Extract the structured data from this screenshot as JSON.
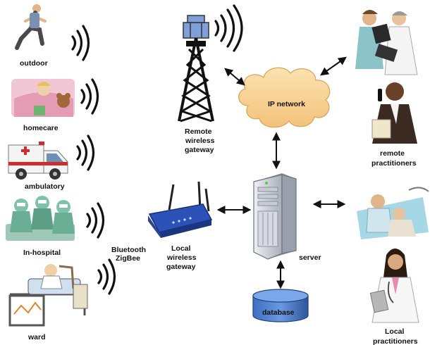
{
  "sources": {
    "outdoor": "outdoor",
    "homecare": "homecare",
    "ambulatory": "ambulatory",
    "in_hospital": "In-hospital",
    "ward": "ward"
  },
  "links": {
    "bluetooth_line1": "Bluetooth",
    "bluetooth_line2": "ZigBee"
  },
  "remote_gateway": {
    "line1": "Remote",
    "line2": "wireless",
    "line3": "gateway"
  },
  "local_gateway": {
    "line1": "Local",
    "line2": "wireless",
    "line3": "gateway"
  },
  "ip_network": "IP network",
  "server": "server",
  "database": "database",
  "remote_practitioners": {
    "line1": "remote",
    "line2": "practitioners"
  },
  "local_practitioners": {
    "line1": "Local",
    "line2": "practitioners"
  }
}
